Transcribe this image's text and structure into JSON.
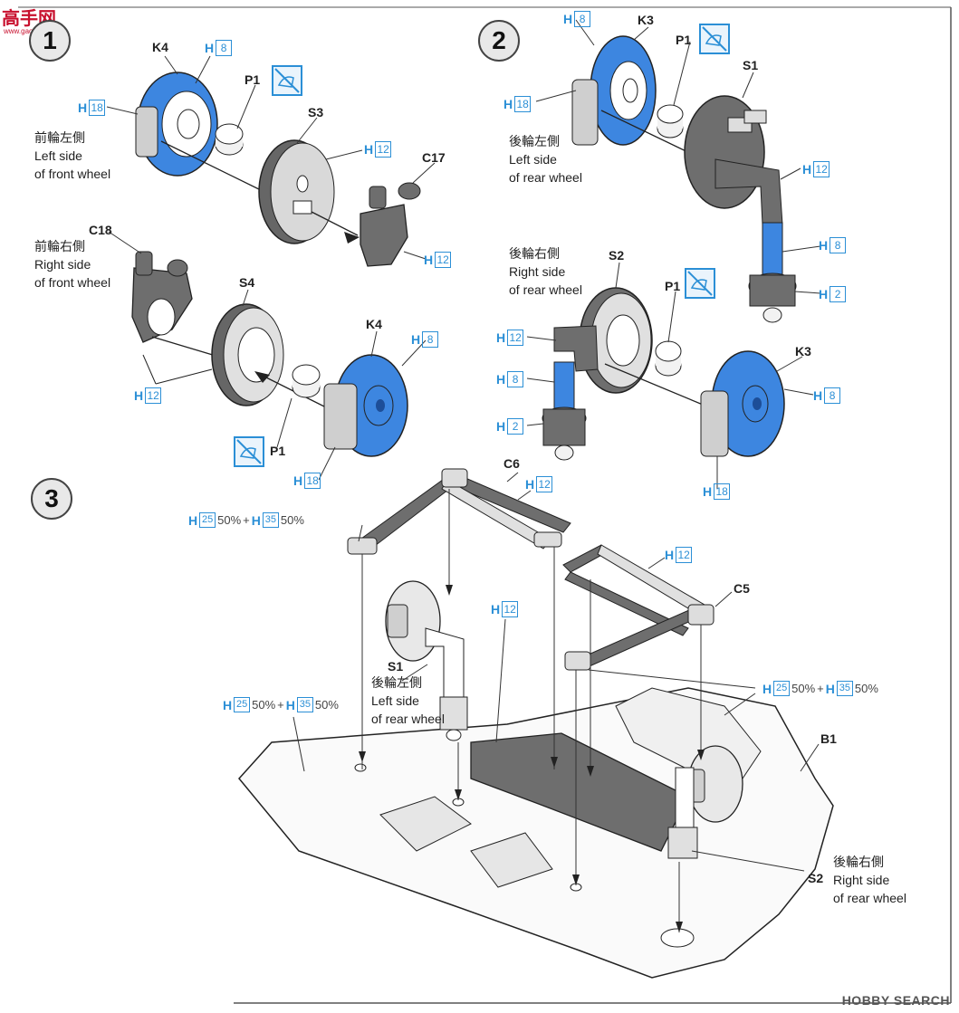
{
  "watermark_top": "高手网",
  "watermark_top_sub": "www.gaoshou.com",
  "watermark_bottom": "HOBBY SEARCH",
  "colors": {
    "paint_blue": "#2b8fd6",
    "part_blue": "#3d86e0",
    "part_gray": "#6e6e6e",
    "line": "#333333"
  },
  "steps": [
    "1",
    "2",
    "3"
  ],
  "step1": {
    "top_left": {
      "jp": "前輪左側",
      "en1": "Left side",
      "en2": "of front wheel"
    },
    "bottom_left": {
      "jp": "前輪右側",
      "en1": "Right side",
      "en2": "of front wheel"
    },
    "parts": {
      "k4a": "K4",
      "p1a": "P1",
      "s3": "S3",
      "c17": "C17",
      "c18": "C18",
      "s4": "S4",
      "k4b": "K4",
      "p1b": "P1"
    },
    "paint": {
      "h8a": "8",
      "h18a": "18",
      "h12a": "12",
      "h12b": "12",
      "h12c": "12",
      "h8b": "8",
      "h18b": "18"
    }
  },
  "step2": {
    "top": {
      "jp": "後輪左側",
      "en1": "Left side",
      "en2": "of rear wheel"
    },
    "bottom": {
      "jp": "後輪右側",
      "en1": "Right side",
      "en2": "of rear wheel"
    },
    "parts": {
      "k3a": "K3",
      "p1a": "P1",
      "s1": "S1",
      "s2": "S2",
      "p1b": "P1",
      "k3b": "K3"
    },
    "paint": {
      "h8a": "8",
      "h18a": "18",
      "h12a": "12",
      "h8b": "8",
      "h2a": "2",
      "h12b": "12",
      "h8c": "8",
      "h2b": "2",
      "h8d": "8",
      "h18b": "18"
    }
  },
  "step3": {
    "parts": {
      "c6": "C6",
      "c5": "C5",
      "s1": "S1",
      "b1": "B1",
      "s2": "S2"
    },
    "rear_left": {
      "jp": "後輪左側",
      "en1": "Left side",
      "en2": "of rear wheel"
    },
    "rear_right": {
      "jp": "後輪右側",
      "en1": "Right side",
      "en2": "of rear wheel"
    },
    "paint": {
      "h12a": "12",
      "h12b": "12",
      "h12c": "12"
    },
    "mixes": [
      {
        "a": "25",
        "pa": "50%",
        "b": "35",
        "pb": "50%"
      },
      {
        "a": "25",
        "pa": "50%",
        "b": "35",
        "pb": "50%"
      },
      {
        "a": "25",
        "pa": "50%",
        "b": "35",
        "pb": "50%"
      }
    ]
  },
  "paint_letter": "H",
  "plus": "+"
}
